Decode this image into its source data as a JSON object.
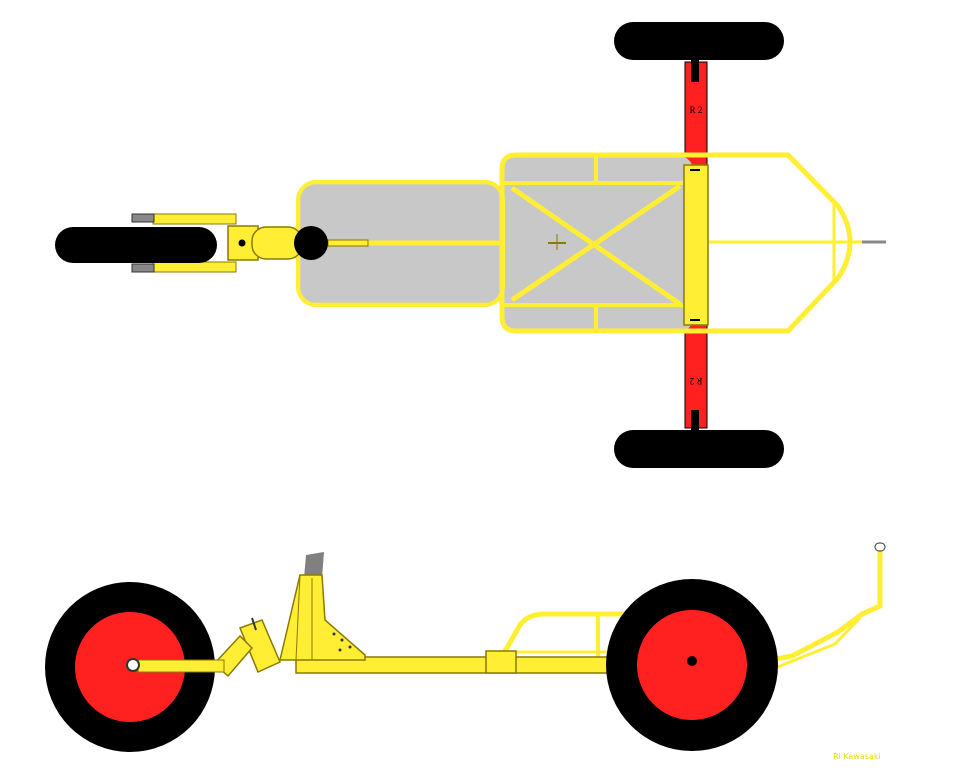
{
  "colors": {
    "frame": "#ffee33",
    "frame_stroke": "#8a7a00",
    "tire": "#000000",
    "rim": "#ff2020",
    "floor": "#c8c8c8",
    "axle": "#ff2020",
    "seat_post": "#808080",
    "credit": "#e8e000"
  },
  "axle_labels": {
    "top": "R 2",
    "bottom": "R 2"
  },
  "credit_text": "Ri Kawasaki"
}
